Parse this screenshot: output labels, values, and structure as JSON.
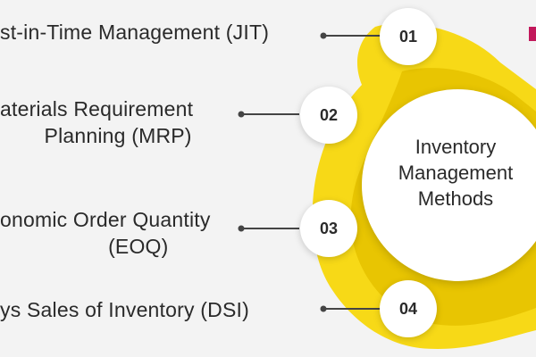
{
  "diagram": {
    "center_title_lines": [
      "Inventory",
      "Management",
      "Methods"
    ],
    "colors": {
      "background": "#f3f3f3",
      "accent_yellow": "#f7d917",
      "accent_yellow_dark": "#e6c200",
      "circle_fill": "#ffffff",
      "text": "#2a2a2a",
      "connector": "#444444",
      "brand_mark": "#c2185b"
    },
    "items": [
      {
        "number": "01",
        "lines": [
          "st-in-Time Management (JIT)"
        ]
      },
      {
        "number": "02",
        "lines": [
          "aterials Requirement",
          "Planning (MRP)"
        ]
      },
      {
        "number": "03",
        "lines": [
          "onomic Order Quantity",
          "(EOQ)"
        ]
      },
      {
        "number": "04",
        "lines": [
          "ys Sales of Inventory (DSI)"
        ]
      }
    ]
  }
}
